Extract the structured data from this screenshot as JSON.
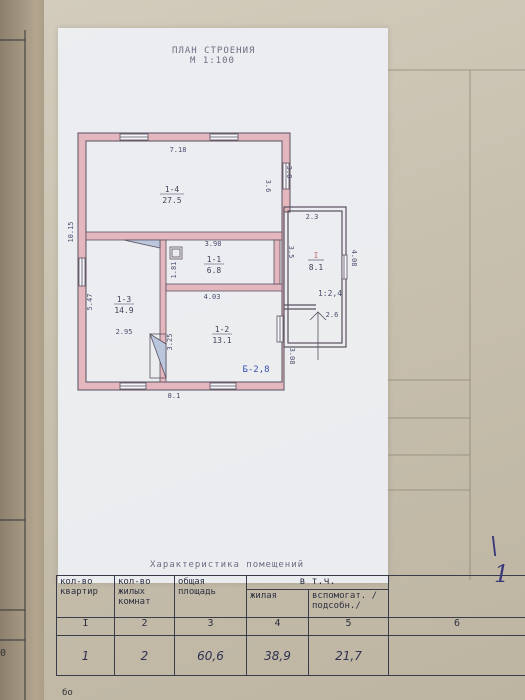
{
  "plan": {
    "title": "ПЛАН СТРОЕНИЯ",
    "scale": "М 1:100"
  },
  "rooms": [
    {
      "id": "1-4",
      "area": "27.5"
    },
    {
      "id": "1-1",
      "area": "6.8"
    },
    {
      "id": "1-3",
      "area": "14.9"
    },
    {
      "id": "1-2",
      "area": "13.1"
    },
    {
      "id": "I",
      "area": "8.1"
    }
  ],
  "dimensions": {
    "top": "7.18",
    "right_upper": "3.0",
    "right_mid1": "3.6",
    "right_mid2": "3.5",
    "right_lower": "3.08",
    "left_total": "10.15",
    "left_lower": "5.47",
    "interior_width_1": "3.98",
    "interior_width_2": "4.03",
    "vertical_left": "1.81",
    "room3_width": "2.95",
    "stair_height": "3.25",
    "bottom": "8.1",
    "ext_top": "2.3",
    "ext_right": "4.08",
    "ext_bottom": "2.6",
    "ext_label": "1:2,4",
    "label_lit": "Б-2,8"
  },
  "table": {
    "caption": "Характеристика помещений",
    "headers": {
      "apartments": "кол-во квартир",
      "living_rooms": "кол-во жилых комнат",
      "total_area": "общая площадь",
      "incl": "в т.ч.",
      "living": "жилая",
      "auxiliary": "вспомогат. /подсобн./"
    },
    "col_numbers": [
      "I",
      "2",
      "3",
      "4",
      "5",
      "6"
    ],
    "row": [
      "1",
      "2",
      "60,6",
      "38,9",
      "21,7",
      ""
    ]
  },
  "margin": {
    "mark1": "\\",
    "mark2": "1",
    "side1": "0",
    "side2": "бо"
  }
}
